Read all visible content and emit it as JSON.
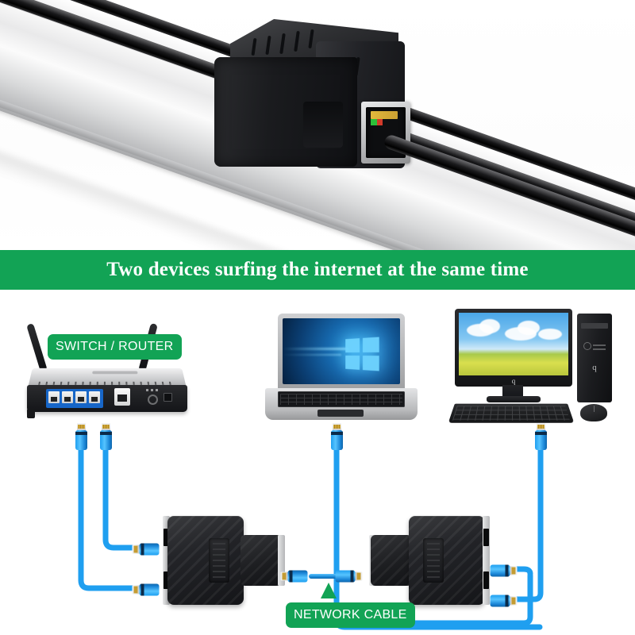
{
  "banner": {
    "headline": "Two devices surfing the internet at the same time",
    "background_color": "#12a355",
    "text_color": "#ffffff"
  },
  "photo": {
    "alt_name": "rj45-splitter-product-photo",
    "subject": "black RJ45 network splitter adapter plugged with black ethernet cable on silver rail"
  },
  "diagram": {
    "badges": {
      "router_label": "SWITCH / ROUTER",
      "cable_label": "NETWORK CABLE",
      "badge_color": "#12a355",
      "badge_text_color": "#ffffff"
    },
    "devices": [
      {
        "name": "switch-router",
        "label": "SWITCH / ROUTER",
        "ports": 4,
        "wan_ports": 1
      },
      {
        "name": "laptop",
        "label": "",
        "screen": "Windows 10 wallpaper"
      },
      {
        "name": "desktop-pc",
        "label": "",
        "screen": "sky and field wallpaper"
      }
    ],
    "splitters": [
      {
        "name": "splitter-left",
        "orientation": "two-ports-left"
      },
      {
        "name": "splitter-right",
        "orientation": "two-ports-right"
      }
    ],
    "cables": {
      "color": "#1f9ff0",
      "count": 5,
      "patch_label": "NETWORK CABLE"
    },
    "monitor_brand_mark": "q",
    "tower_brand_mark": "q"
  }
}
